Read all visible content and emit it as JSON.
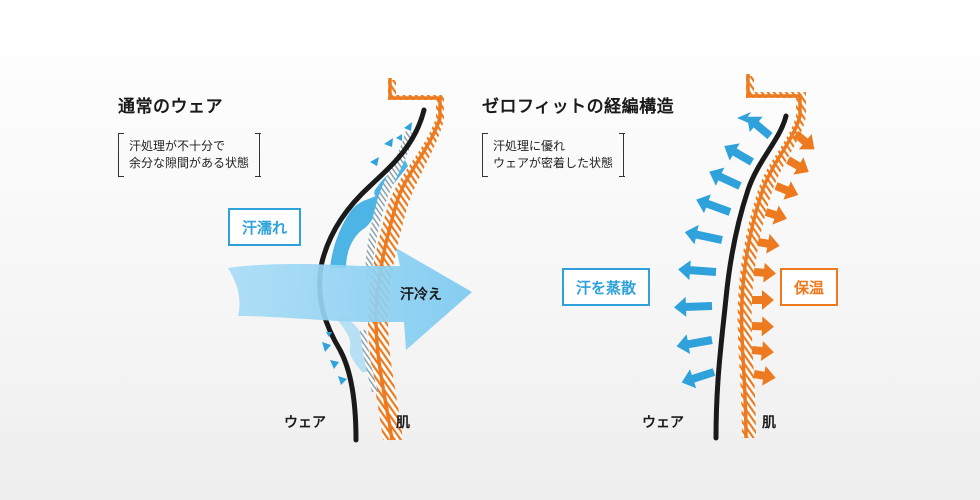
{
  "left_panel": {
    "title": "通常のウェア",
    "note_line1": "汗処理が不十分で",
    "note_line2": "余分な隙間がある状態",
    "tag_sweat": "汗濡れ",
    "arrow_label": "汗冷え",
    "label_wear": "ウェア",
    "label_skin": "肌"
  },
  "right_panel": {
    "title": "ゼロフィットの経編構造",
    "note_line1": "汗処理に優れ",
    "note_line2": "ウェアが密着した状態",
    "tag_evaporate": "汗を蒸散",
    "tag_warmth": "保温",
    "label_wear": "ウェア",
    "label_skin": "肌"
  },
  "colors": {
    "blue": "#2fa2dc",
    "light_blue": "#8fd0f2",
    "orange": "#ee7a1f",
    "fabric": "#1a1a1a"
  }
}
